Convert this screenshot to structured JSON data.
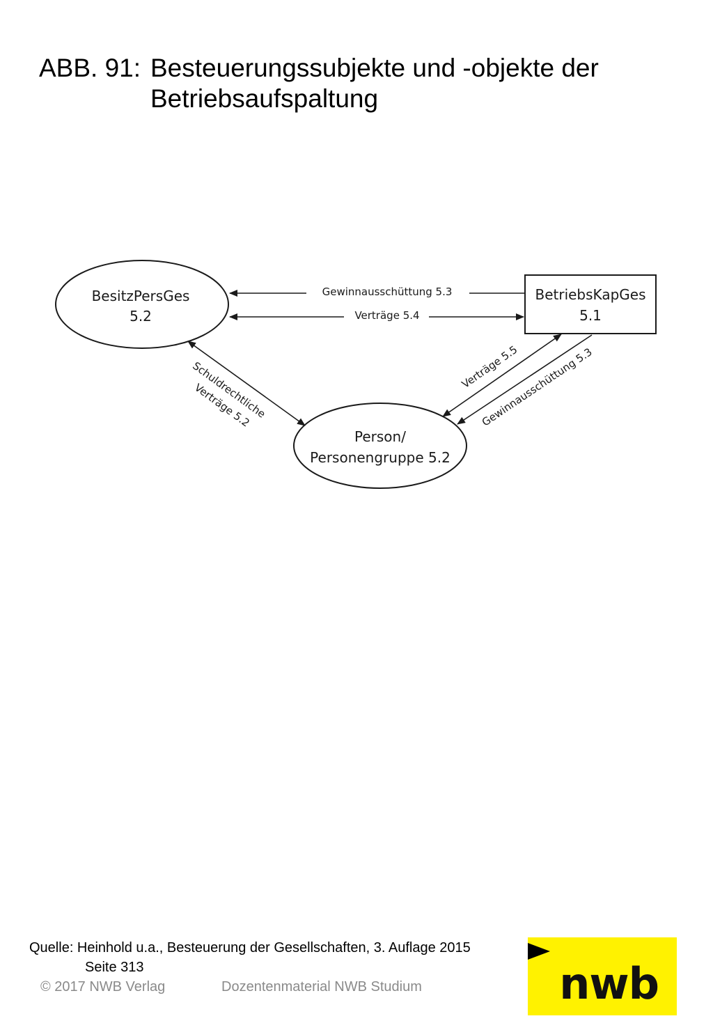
{
  "title": {
    "number": "ABB. 91:",
    "line1": "Besteuerungssubjekte und -objekte der",
    "line2": "Betriebsaufspaltung"
  },
  "diagram": {
    "nodes": {
      "besitz": {
        "line1": "BesitzPersGes",
        "line2": "5.2"
      },
      "betrieb": {
        "line1": "BetriebsKapGes",
        "line2": "5.1"
      },
      "person": {
        "line1": "Person/",
        "line2": "Personengruppe 5.2"
      }
    },
    "edges": {
      "gewinn_top": "Gewinnausschüttung 5.3",
      "vertraege_top": "Verträge 5.4",
      "schuld_1": "Schuldrechtliche",
      "schuld_2": "Verträge 5.2",
      "vertraege_55": "Verträge 5.5",
      "gewinn_diag": "Gewinnausschüttung 5.3"
    }
  },
  "source": {
    "line1": "Quelle: Heinhold u.a., Besteuerung der Gesellschaften, 3. Auflage 2015",
    "line2": "Seite 313"
  },
  "footer": {
    "copyright": "© 2017 NWB Verlag",
    "material": "Dozentenmaterial NWB Studium"
  },
  "logo": {
    "text": "nwb",
    "color": "#fff200"
  }
}
